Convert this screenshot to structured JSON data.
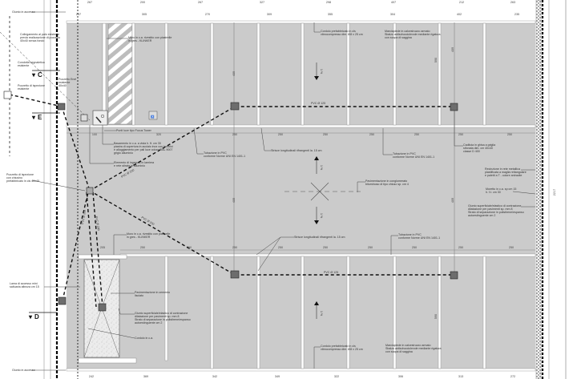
{
  "drawing": {
    "sections": {
      "c": "C",
      "e": "E",
      "d": "D"
    },
    "annotations": {
      "giunto_top": "Giunto in accesso",
      "giunto_bottom": "Giunto in accesso",
      "collegamento": [
        "Collegamento al palo esistente",
        "previa realizzazione di pozzetto",
        "40x40 senza fondo"
      ],
      "condotta": [
        "Condotta segnaletica",
        "esistente"
      ],
      "pozzetto_esistente": [
        "Pozzetto di ispezione",
        "esistente"
      ],
      "pozzetto_enel": [
        "Pozzetto Enel",
        "esistente",
        "40x40"
      ],
      "muro_top": [
        "Muro in c.a. rivestito con piastrelle",
        "in gres - KLINKER"
      ],
      "punti_luce": "Punti luce tipo Focus Tower",
      "basamento": [
        "Basamento in c.a. a vista h. ft. cm 30",
        "piastra di copertura in acciaio inox con tombini",
        "e alloggiamento per pali luce colore RAL 9007",
        "grigio alluminio"
      ],
      "elemento_ingresso": [
        "Elemento di ingresso in lamiera",
        "e rete stirata in alluminio"
      ],
      "pozzetto_chiusino": [
        "Pozzetto di ispezione",
        "con chiusino",
        "prefabbricato in cls 40x40"
      ],
      "tubazione_1": [
        "Tubazione in PVC",
        "conforme Norme UNI EN 1401-1"
      ],
      "tubazione_2": [
        "Tubazione in PVC",
        "conforme Norme UNI EN 1401-1"
      ],
      "tubazione_3": [
        "Tubazione in PVC",
        "conforme Norme UNI EN 1401-1"
      ],
      "strisce_1": "Strisce longitudinali rifrangenti la. 15 cm",
      "strisce_2": "Strisce longitudinali rifrangenti la. 15 cm",
      "cordolo_top": [
        "Cordolo prefabbricato in cls",
        "vibrocompresso dim. 8/8 x 25 cm"
      ],
      "cordolo_bottom": [
        "Cordolo prefabbricato in cls",
        "vibrocompresso dim. 8/8 x 25 cm"
      ],
      "marciapiede_top": [
        "Marciapiede in calcestruzzo armato",
        "Sbalzo antisdrucciolevole mediante rigatura",
        "con scopa di saggina"
      ],
      "marciapiede_bottom": [
        "Marciapiede in calcestruzzo armato",
        "Sbalzo antisdrucciolevole mediante rigatura",
        "con scopa di saggina"
      ],
      "caditoia": [
        "Caditoia in ghisa a griglia",
        "sifonata dim. cm 40x40",
        "classe D 400"
      ],
      "pavimentazione_bit": [
        "Pavimentazione in conglomerato",
        "bituminoso di tipo chiuso sp. cm 4"
      ],
      "recinzione": [
        "Recinzione in rete metallica",
        "plastificata a maglia rettangolare",
        "e paletti a T - colore antracite"
      ],
      "muretto": [
        "Muretto in c.a. sp cm 15",
        "h. f.t. cm 30"
      ],
      "giunto_sup_right": [
        "Giunto superficiale/elastico di contrazione",
        "dilatazione per pavimenti sp. mm 8",
        "Strato di separazione in polistirene/espanso",
        "autoestinguente cm 2"
      ],
      "giunto_sup_left": [
        "Giunto superficiale/elastico di contrazione",
        "dilatazione per pavimenti sp. mm 8",
        "Strato di separazione in polistirene/espanso",
        "autoestinguente cm 2"
      ],
      "muro_bottom": [
        "Muro in c.a. rivestito con piastrelle",
        "in gres - KLINKER"
      ],
      "lama": [
        "Lama di accesso mini",
        "saltuaria altezza cm 15"
      ],
      "pav_cemento": [
        "Pavimentazione in cemento",
        "lisciato"
      ],
      "cordolo_ca": "Cordolo in c.a."
    },
    "pipe_labels": {
      "pvc125_top": "PVC Ø 125",
      "pvc125_bottom": "PVC Ø 125",
      "pvc200_a": "PVC Ø 200",
      "pvc200_b": "PVC Ø 200",
      "pvc200_c": "PVC Ø 200",
      "pvc200_d": "PVC Ø 200"
    },
    "slope_label": "1 %",
    "dimensions": {
      "top_row1": [
        "267",
        "200",
        "267",
        "327",
        "298",
        "407",
        "212",
        "263"
      ],
      "top_row2": [
        "297",
        "305",
        "270",
        "309",
        "355",
        "304",
        "402",
        "235"
      ],
      "mid_row1": [
        "100",
        "320",
        "250",
        "250",
        "250",
        "250",
        "250",
        "250",
        "250"
      ],
      "mid_row2": [
        "205",
        "250",
        "250",
        "250",
        "250",
        "250",
        "250",
        "250",
        "250",
        "250"
      ],
      "bottom_row": [
        "242",
        "369",
        "342",
        "349",
        "322",
        "306",
        "313",
        "272"
      ],
      "vertical": [
        "409",
        "590",
        "409",
        "409",
        "590",
        "409",
        "2217"
      ]
    }
  }
}
